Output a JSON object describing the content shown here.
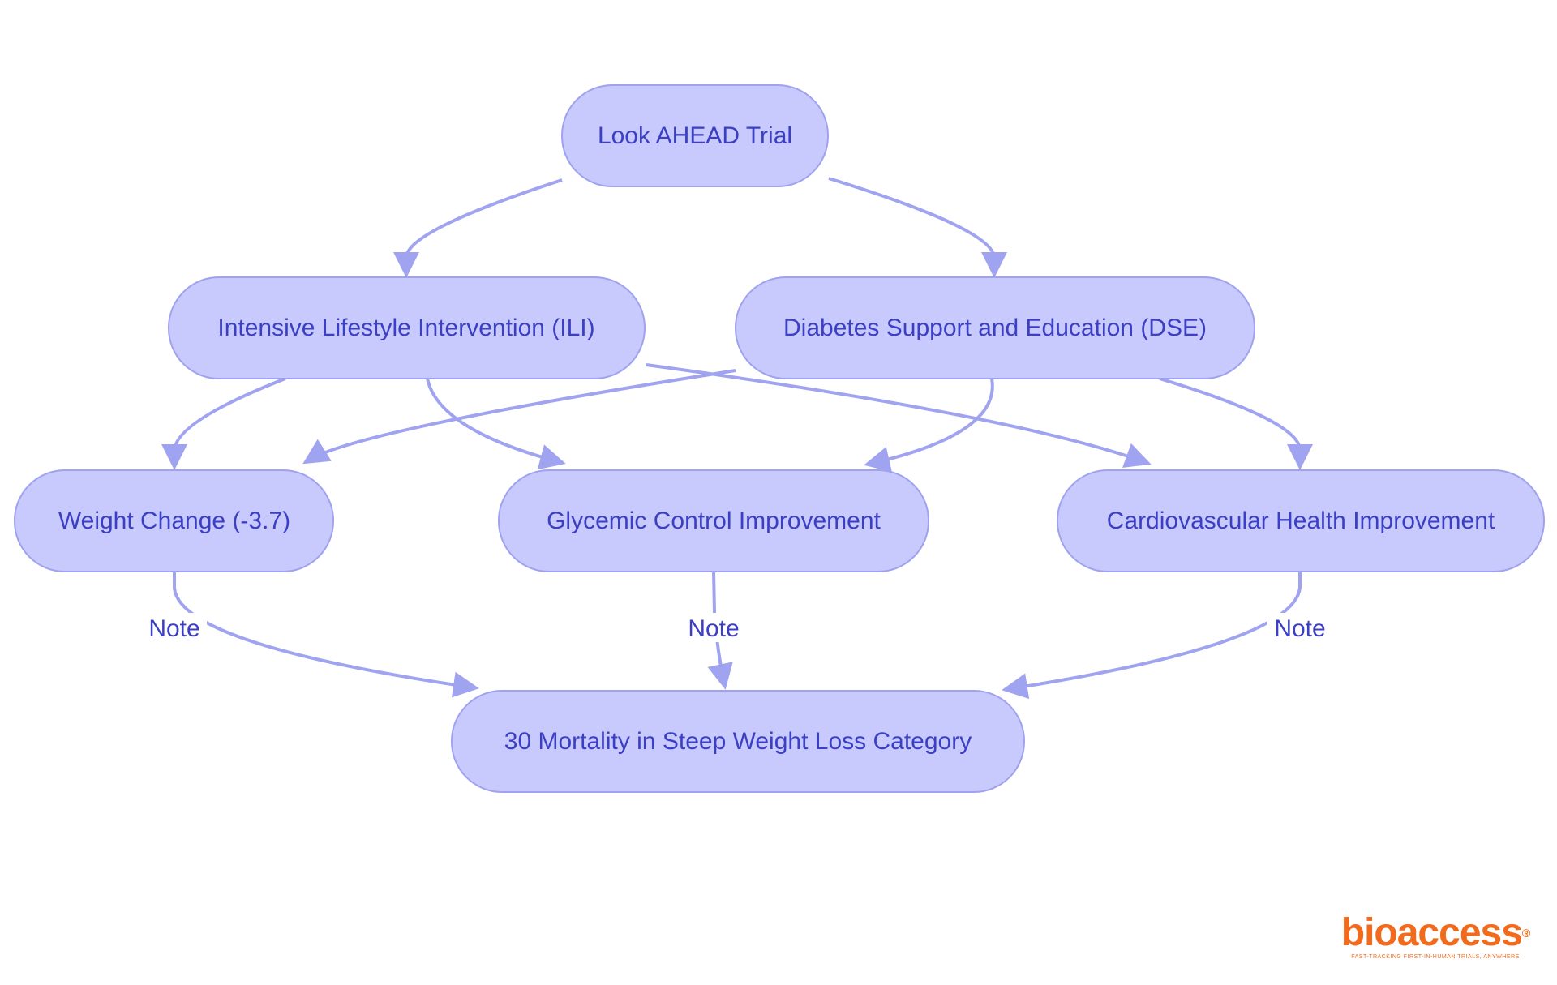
{
  "diagram": {
    "nodes": [
      {
        "id": "trial",
        "label": "Look AHEAD Trial"
      },
      {
        "id": "ili",
        "label": "Intensive Lifestyle Intervention (ILI)"
      },
      {
        "id": "dse",
        "label": "Diabetes Support and Education (DSE)"
      },
      {
        "id": "weight",
        "label": "Weight Change (-3.7)"
      },
      {
        "id": "glycemic",
        "label": "Glycemic Control Improvement"
      },
      {
        "id": "cardio",
        "label": "Cardiovascular Health Improvement"
      },
      {
        "id": "mortality",
        "label": "30 Mortality in Steep Weight Loss Category"
      }
    ],
    "edges": [
      {
        "from": "trial",
        "to": "ili"
      },
      {
        "from": "trial",
        "to": "dse"
      },
      {
        "from": "ili",
        "to": "weight"
      },
      {
        "from": "ili",
        "to": "glycemic"
      },
      {
        "from": "ili",
        "to": "cardio"
      },
      {
        "from": "dse",
        "to": "weight"
      },
      {
        "from": "dse",
        "to": "glycemic"
      },
      {
        "from": "dse",
        "to": "cardio"
      },
      {
        "from": "weight",
        "to": "mortality",
        "label": "Note"
      },
      {
        "from": "glycemic",
        "to": "mortality",
        "label": "Note"
      },
      {
        "from": "cardio",
        "to": "mortality",
        "label": "Note"
      }
    ],
    "colors": {
      "node_fill": "#c8c9fd",
      "node_stroke": "#9fa2ee",
      "edge": "#a0a3ef",
      "text": "#3b3fc4"
    }
  },
  "logo": {
    "name": "bioaccess",
    "tagline": "FAST-TRACKING FIRST-IN-HUMAN TRIALS, ANYWHERE",
    "color": "#f26a1b"
  }
}
